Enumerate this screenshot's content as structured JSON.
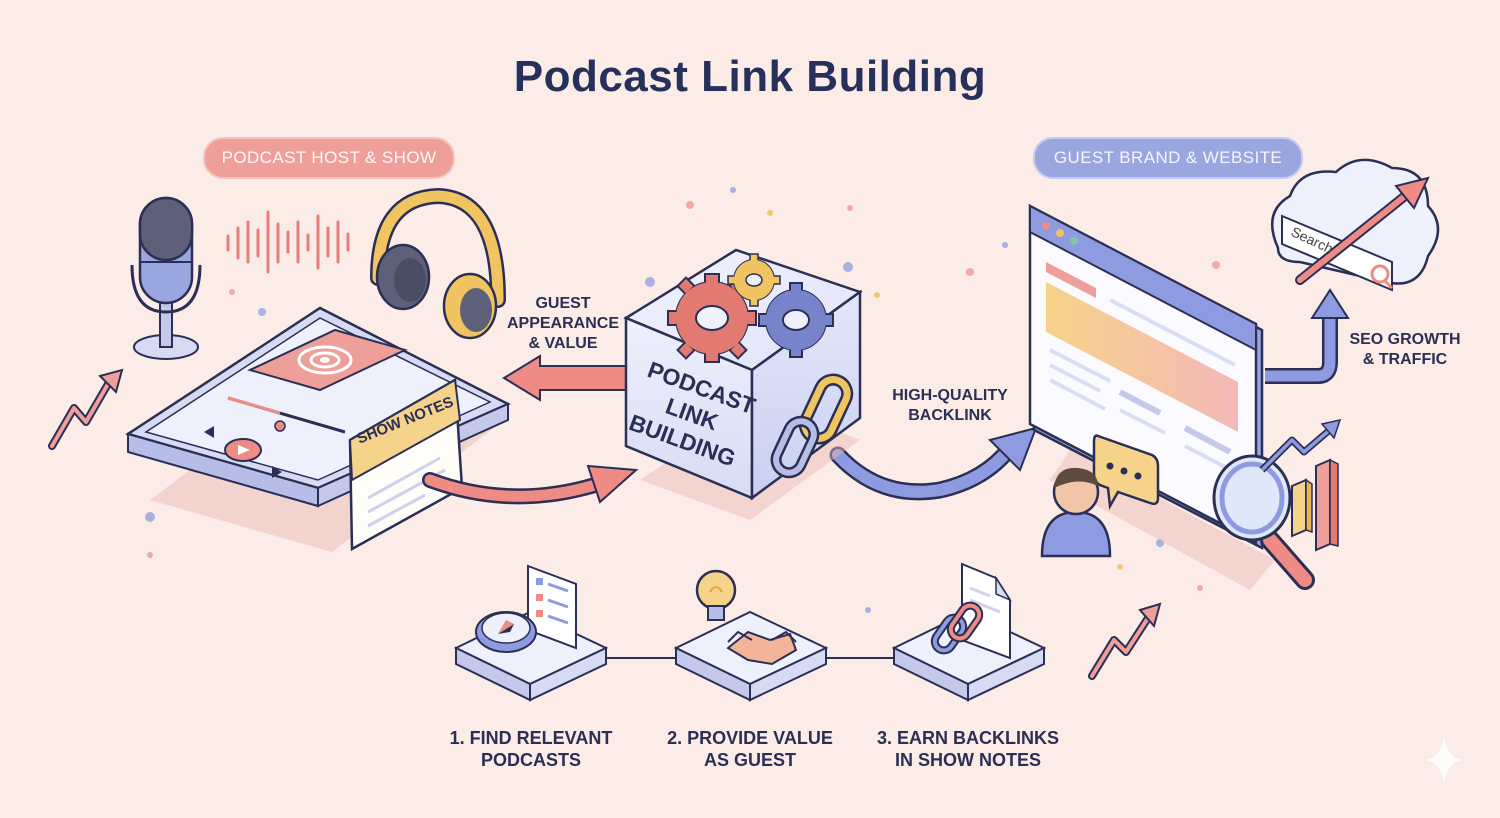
{
  "title": "Podcast Link Building",
  "left_section": {
    "label": "PODCAST HOST & SHOW"
  },
  "right_section": {
    "label": "GUEST BRAND & WEBSITE"
  },
  "center_box": {
    "label": "PODCAST\nLINK\nBUILDING"
  },
  "show_notes_label": "SHOW NOTES",
  "search_label": "Search",
  "arrows": {
    "guest_appearance": "GUEST\nAPPEARANCE\n& VALUE",
    "backlink": "HIGH-QUALITY\nBACKLINK",
    "seo": "SEO GROWTH\n& TRAFFIC"
  },
  "steps": [
    {
      "label": "1. FIND RELEVANT\nPODCASTS",
      "icon": "compass-checklist-icon"
    },
    {
      "label": "2. PROVIDE VALUE\nAS GUEST",
      "icon": "lightbulb-handshake-icon"
    },
    {
      "label": "3. EARN BACKLINKS\nIN SHOW NOTES",
      "icon": "document-link-icon"
    }
  ],
  "colors": {
    "coral": "#ee8b84",
    "periwinkle": "#8e9be0",
    "navy": "#2b2f55",
    "gold": "#f0c460",
    "background": "#fbece8"
  }
}
